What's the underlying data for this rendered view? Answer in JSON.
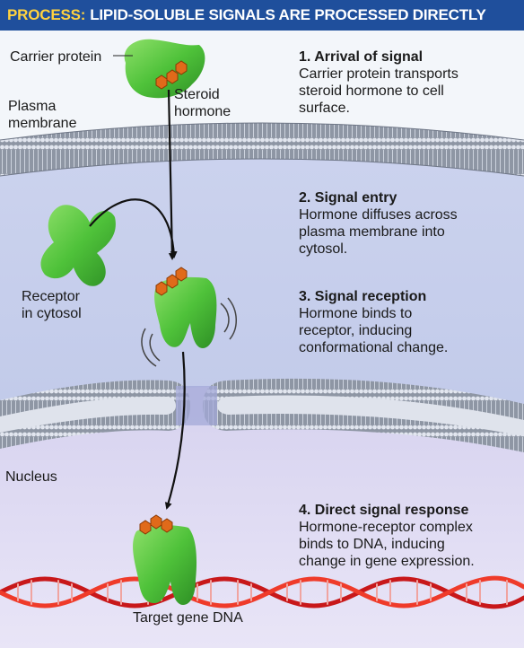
{
  "header": {
    "keyword": "PROCESS:",
    "title": "LIPID-SOLUBLE SIGNALS ARE PROCESSED DIRECTLY"
  },
  "labels": {
    "carrier_protein": "Carrier protein",
    "steroid_hormone": "Steroid\nhormone",
    "plasma_membrane": "Plasma\nmembrane",
    "receptor_in_cytosol": "Receptor\nin cytosol",
    "nucleus": "Nucleus",
    "target_gene_dna": "Target gene DNA"
  },
  "steps": [
    {
      "title": "1. Arrival of signal",
      "text": "Carrier protein transports\nsteroid hormone to cell\nsurface."
    },
    {
      "title": "2. Signal entry",
      "text": "Hormone diffuses across\nplasma membrane into\ncytosol."
    },
    {
      "title": "3. Signal reception",
      "text": "Hormone binds to\nreceptor, inducing\nconformational change."
    },
    {
      "title": "4. Direct signal response",
      "text": "Hormone-receptor complex\nbinds to DNA, inducing\nchange in gene expression."
    }
  ],
  "colors": {
    "header_bg": "#1f4f9c",
    "header_keyword": "#ffd23f",
    "protein_green": "#4fc23a",
    "hormone_orange": "#e06a1a",
    "cytosol": "#c9d1ec",
    "nucleus": "#d8d6f0",
    "dna_red": "#c8181a"
  }
}
